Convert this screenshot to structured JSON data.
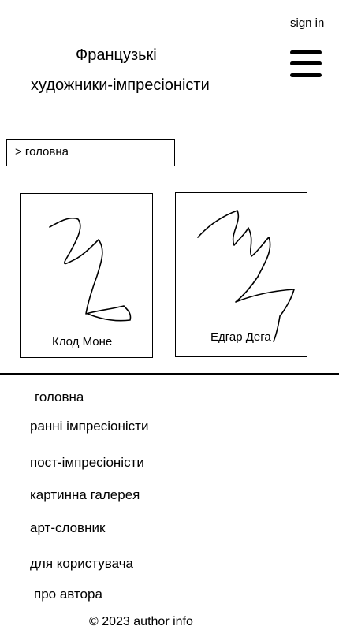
{
  "header": {
    "signin_label": "sign in",
    "title_line1": "Французькі",
    "title_line2": "художники-імпресіоністи",
    "menu_icon": "hamburger-menu-icon"
  },
  "breadcrumb": {
    "text": "> головна"
  },
  "cards": [
    {
      "caption": "Клод Моне",
      "image_icon": "scribble-placeholder-image"
    },
    {
      "caption": "Едгар Дега",
      "image_icon": "scribble-placeholder-image"
    }
  ],
  "nav": {
    "items": [
      {
        "label": "головна"
      },
      {
        "label": "ранні імпресіоністи"
      },
      {
        "label": "пост-імпресіоністи"
      },
      {
        "label": "картинна галерея"
      },
      {
        "label": "арт-словник"
      },
      {
        "label": "для користувача"
      },
      {
        "label": "про автора"
      }
    ]
  },
  "footer": {
    "text": "© 2023 author info"
  }
}
